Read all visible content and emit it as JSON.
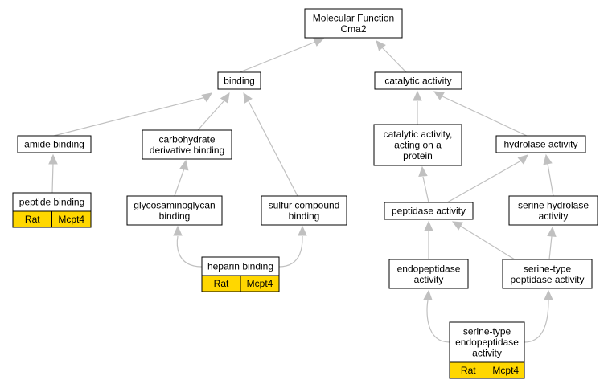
{
  "graph": {
    "colors": {
      "edge": "#c0c0c0",
      "tag_fill": "#ffd700",
      "box_stroke": "#000000"
    },
    "nodes": {
      "mf": {
        "lines": [
          "Molecular Function",
          "Cma2"
        ]
      },
      "binding": {
        "lines": [
          "binding"
        ]
      },
      "catalytic": {
        "lines": [
          "catalytic activity"
        ]
      },
      "amide": {
        "lines": [
          "amide binding"
        ]
      },
      "carbo": {
        "lines": [
          "carbohydrate",
          "derivative binding"
        ]
      },
      "peptide": {
        "lines": [
          "peptide binding"
        ],
        "tags": [
          "Rat",
          "Mcpt4"
        ]
      },
      "gag": {
        "lines": [
          "glycosaminoglycan",
          "binding"
        ]
      },
      "sulfur": {
        "lines": [
          "sulfur compound",
          "binding"
        ]
      },
      "heparin": {
        "lines": [
          "heparin binding"
        ],
        "tags": [
          "Rat",
          "Mcpt4"
        ]
      },
      "cat_protein": {
        "lines": [
          "catalytic activity,",
          "acting on a",
          "protein"
        ]
      },
      "hydrolase": {
        "lines": [
          "hydrolase activity"
        ]
      },
      "peptidase": {
        "lines": [
          "peptidase activity"
        ]
      },
      "ser_hydrolase": {
        "lines": [
          "serine hydrolase",
          "activity"
        ]
      },
      "endopep": {
        "lines": [
          "endopeptidase",
          "activity"
        ]
      },
      "ser_pep": {
        "lines": [
          "serine-type",
          "peptidase activity"
        ]
      },
      "ser_endo": {
        "lines": [
          "serine-type",
          "endopeptidase",
          "activity"
        ],
        "tags": [
          "Rat",
          "Mcpt4"
        ]
      }
    }
  }
}
